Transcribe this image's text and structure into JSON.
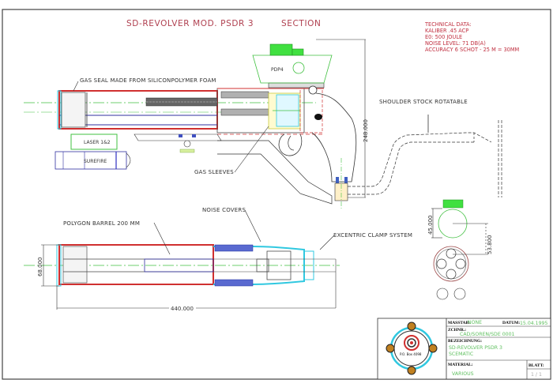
{
  "drawing": {
    "title": "SD-REVOLVER MOD. PSDR 3",
    "section_label": "SECTION",
    "technical_data": {
      "heading": "TECHNICAL DATA:",
      "lines": [
        "KALIBER .45 ACP",
        "E0: 500 JOULE",
        "NOISE LEVEL: 71 DB(A)",
        "ACCURACY 6 SCHOT - 25 M = 30MM"
      ]
    },
    "annotations": {
      "gas_seal": "GAS SEAL MADE FROM SILICONPOLYMER FOAM",
      "pdp4": "PDP4",
      "laser": "LASER 1&2",
      "surefire": "SUREFIRE",
      "gas_sleeves": "GAS SLEEVES",
      "shoulder_stock": "SHOULDER STOCK ROTATABLE",
      "noise_covers": "NOISE COVERS",
      "polygon_barrel": "POLYGON BARREL 200 MM",
      "excentric_clamp": "EXCENTRIC CLAMP SYSTEM"
    },
    "dimensions": {
      "height_total": "248.000",
      "diameter_front": "68.000",
      "length_total": "440.000",
      "scope_diameter": "45.000",
      "end_view_height": "53.800"
    },
    "colors": {
      "title": "#b04050",
      "technical": "#c03040",
      "outline_red": "#d03030",
      "outline_blue": "#3030a0",
      "outline_green": "#40c040",
      "outline_cyan": "#30c8e0",
      "title_block_values": "#60c060"
    }
  },
  "title_block": {
    "logo_text": "P.O. Box 4098",
    "masstab_label": "MASSTAB:",
    "masstab_value": "NONE",
    "datum_label": "DATUM:",
    "datum_value": "15.04.1995",
    "zeichnr_label": "ZCHNR.:",
    "zeichnr_value": "CAD/SOREN/SDE 0001",
    "bezeichnung_label": "BEZEICHNUNG:",
    "bezeichnung_line1": "SD-REVOLVER PSDR 3",
    "bezeichnung_line2": "SCEMATIC",
    "material_label": "MATERIAL:",
    "material_value": "VARIOUS",
    "blatt_label": "BLATT:",
    "blatt_value": "1 / 1"
  }
}
